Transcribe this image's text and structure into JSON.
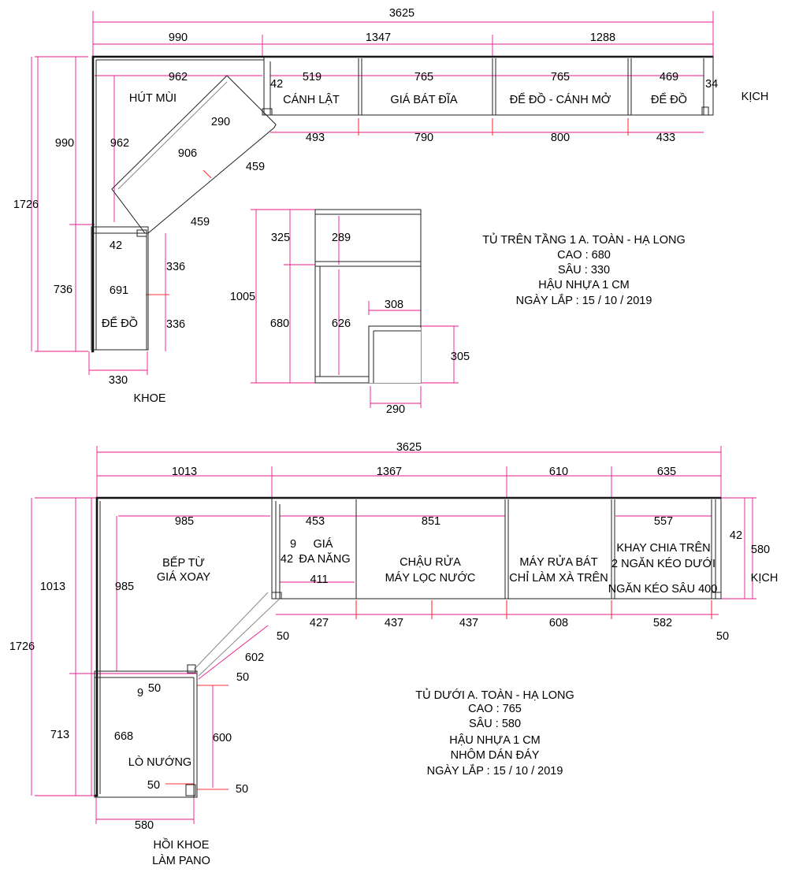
{
  "upper": {
    "dims": {
      "total": "3625",
      "seg1": "990",
      "seg2": "1347",
      "seg3": "1288",
      "left_total": "1726",
      "left_top": "990",
      "left_bottom": "736",
      "top_inner1": "962",
      "side_inner": "962",
      "bottom_w": "330",
      "diag_a": "290",
      "diag_b": "906",
      "diag_c": "459",
      "diag_d": "459",
      "d42": "42",
      "d336a": "336",
      "d336b": "336",
      "d691": "691",
      "d42b": "42",
      "d519": "519",
      "d765a": "765",
      "d765b": "765",
      "d469": "469",
      "d34": "34",
      "d493": "493",
      "d790": "790",
      "d800": "800",
      "d433": "433"
    },
    "labels": {
      "hut_mui": "HÚT MÙI",
      "canh_lat": "CÁNH LẬT",
      "gia_bat_dia": "GIÁ BÁT ĐĨA",
      "de_do_canh_mo": "ĐỂ ĐỒ - CÁNH MỞ",
      "de_do_right": "ĐỂ ĐỒ",
      "kich": "KỊCH",
      "de_do_left": "ĐỂ ĐỒ",
      "khoe": "KHOE"
    },
    "section": {
      "h325": "325",
      "h289": "289",
      "h1005": "1005",
      "h680": "680",
      "h626": "626",
      "w308": "308",
      "h305": "305",
      "w290": "290"
    },
    "note": {
      "title": "TỦ TRÊN TẦNG 1 A. TOÀN - HẠ LONG",
      "cao": "CAO : 680",
      "sau": "SÂU : 330",
      "hau": "HẬU NHỰA 1 CM",
      "ngay": "NGÀY LẮP : 15 / 10 / 2019"
    }
  },
  "lower": {
    "dims": {
      "total": "3625",
      "seg1": "1013",
      "seg2": "1367",
      "seg3": "610",
      "seg4": "635",
      "left_total": "1726",
      "left_top": "1013",
      "left_bottom": "713",
      "d985a": "985",
      "d985b": "985",
      "d453": "453",
      "d851": "851",
      "d557": "557",
      "d9a": "9",
      "d42a": "42",
      "d411": "411",
      "d42r": "42",
      "d580r": "580",
      "d427": "427",
      "d437a": "437",
      "d437b": "437",
      "d608": "608",
      "d582": "582",
      "d50a": "50",
      "d50b": "50",
      "d602": "602",
      "d50c": "50",
      "d9b": "9",
      "d50d": "50",
      "d668": "668",
      "d600": "600",
      "d50e": "50",
      "d50f": "50",
      "bottom_w": "580"
    },
    "labels": {
      "bep_tu": "BẾP TỪ",
      "gia_xoay": "GIÁ XOAY",
      "gia": "GIÁ",
      "da_nang": "ĐA NĂNG",
      "chau_rua": "CHẬU RỬA",
      "may_loc": "MÁY LỌC NƯỚC",
      "may_rua_bat": "MÁY RỬA BÁT",
      "chi_lam": "CHỈ LÀM XÀ TRÊN",
      "khay1": "KHAY CHIA TRÊN",
      "khay2": "2 NGĂN KÉO DƯỚI",
      "khay3": "NGĂN KÉO SÂU 400",
      "kich": "KỊCH",
      "lo_nuong": "LÒ NƯỚNG",
      "hoi_khoe": "HỒI KHOE",
      "lam_pano": "LÀM PANO"
    },
    "note": {
      "title": "TỦ DƯỚI A. TOÀN - HẠ LONG",
      "cao": "CAO : 765",
      "sau": "SÂU : 580",
      "hau": "HẬU NHỰA 1 CM",
      "nhom": "NHÔM DÁN ĐÁY",
      "ngay": "NGÀY LẮP : 15 / 10 / 2019"
    }
  }
}
